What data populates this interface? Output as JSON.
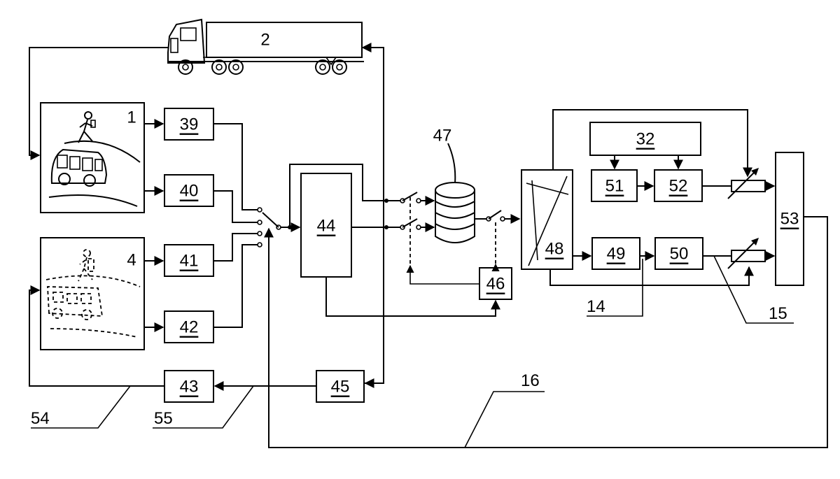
{
  "labels": {
    "n1": "1",
    "n2": "2",
    "n4": "4",
    "n14": "14",
    "n15": "15",
    "n16": "16",
    "n32": "32",
    "n39": "39",
    "n40": "40",
    "n41": "41",
    "n42": "42",
    "n43": "43",
    "n44": "44",
    "n45": "45",
    "n46": "46",
    "n47": "47",
    "n48": "48",
    "n49": "49",
    "n50": "50",
    "n51": "51",
    "n52": "52",
    "n53": "53",
    "n54": "54",
    "n55": "55"
  },
  "icons": {
    "truck": "truck-icon",
    "bus": "bus-icon",
    "pedestrian": "pedestrian-icon",
    "database": "database-icon"
  }
}
